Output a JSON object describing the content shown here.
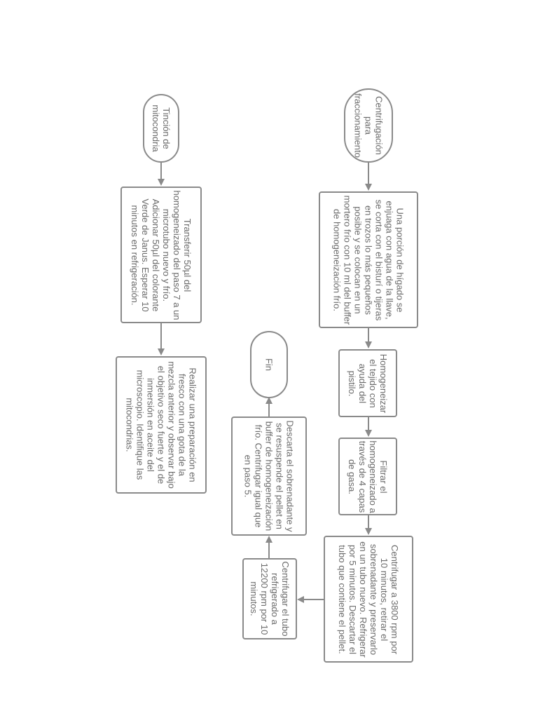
{
  "nodes": {
    "n1": "Centrifugación para fraccionamiento",
    "n2": "Una porción de hígado se enjuaga con agua de la llave, se corta con el bisturí o tijeras en trozos lo más pequeños posible y se colocan en un mortero frío con 10 ml del buffer de homogeneización frío.",
    "n3": "Homogeneizar el tejido con ayuda del pistilo.",
    "n4": "Filtrar el homogeneizado a través de 4 capas de gasa.",
    "n5": "Centrifugar a 3800 rpm por 10 minutos, retirar el sobrenadante y preservarlo en un tubo nuevo. Refrigerar por 5 minutos. Descartar el tubo que contiene el pellet.",
    "n6": "Centrifugar el tubo refrigerado a 12200 rpm por 10 minutos.",
    "n7": "Descarta el sobrenadante y se resuspende el pellet en buffer de homogeneización frío. Centrifugar igual que en paso 5.",
    "n8": "Fin",
    "n9": "Tinción de mitocondria",
    "n10": "Transferir 50µl del homogeneizado del paso 7 a un microtubo nuevo y frío. Adicionar 50µl del colorante Verde de Janus. Esperar 10 minutos en refrigeración.",
    "n11": "Realizar una preparación en fresco con una gota de la mezcla anterior y observar bajo el objetivo seco fuerte y el de inmersión en aceite del microscopio. Identifique las mitocondrias."
  },
  "colors": {
    "stroke": "#8a8a8a",
    "text": "#6b6b6b"
  }
}
